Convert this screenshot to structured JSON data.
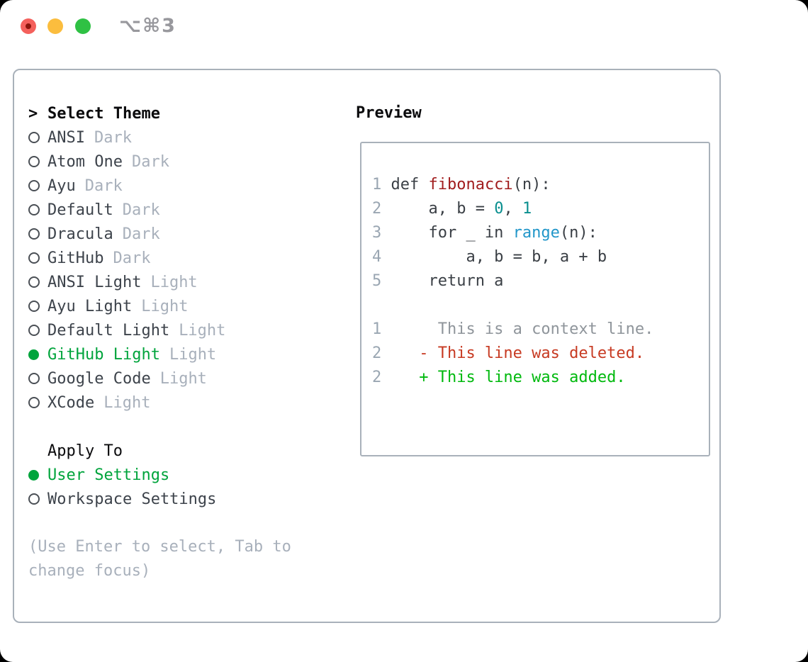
{
  "colors": {
    "panel_border": "#a9b1ba",
    "text_black": "#0b0b0d",
    "text_dark": "#3d434b",
    "muted": "#a8b0bb",
    "line_number": "#9aa6b2",
    "selection_green": "#00a43c",
    "context_gray": "#8f959b",
    "diff_red": "#c73a22",
    "diff_green": "#00b90e",
    "code_plain": "#3a3f45",
    "code_fn": "#a11d1e",
    "code_num": "#0a8f8f",
    "code_builtin": "#2196c9",
    "traffic_red": "#f4605c",
    "traffic_red_dot": "#8c150c",
    "traffic_yellow": "#fbbd3e",
    "traffic_green": "#2fc144",
    "shortcut_gray": "#98989d"
  },
  "titlebar": {
    "shortcut": "⌥⌘3",
    "traffic_light_icons": [
      "close-icon",
      "minimize-icon",
      "zoom-icon"
    ]
  },
  "theme_picker": {
    "prefix": ">",
    "title": "Select Theme",
    "items": [
      {
        "name": "ANSI",
        "variant": "Dark",
        "selected": false
      },
      {
        "name": "Atom One",
        "variant": "Dark",
        "selected": false
      },
      {
        "name": "Ayu",
        "variant": "Dark",
        "selected": false
      },
      {
        "name": "Default",
        "variant": "Dark",
        "selected": false
      },
      {
        "name": "Dracula",
        "variant": "Dark",
        "selected": false
      },
      {
        "name": "GitHub",
        "variant": "Dark",
        "selected": false
      },
      {
        "name": "ANSI Light",
        "variant": "Light",
        "selected": false
      },
      {
        "name": "Ayu Light",
        "variant": "Light",
        "selected": false
      },
      {
        "name": "Default Light",
        "variant": "Light",
        "selected": false
      },
      {
        "name": "GitHub Light",
        "variant": "Light",
        "selected": true
      },
      {
        "name": "Google Code",
        "variant": "Light",
        "selected": false
      },
      {
        "name": "XCode",
        "variant": "Light",
        "selected": false
      }
    ]
  },
  "apply_to": {
    "title": "Apply To",
    "items": [
      {
        "label": "User Settings",
        "selected": true
      },
      {
        "label": "Workspace Settings",
        "selected": false
      }
    ]
  },
  "hint": "(Use Enter to select, Tab to change focus)",
  "preview": {
    "title": "Preview",
    "lines": [
      {
        "num": "1",
        "tokens": [
          {
            "t": "def ",
            "c": "plain"
          },
          {
            "t": "fibonacci",
            "c": "fn"
          },
          {
            "t": "(n):",
            "c": "plain"
          }
        ]
      },
      {
        "num": "2",
        "tokens": [
          {
            "t": "    a, b = ",
            "c": "plain"
          },
          {
            "t": "0",
            "c": "num"
          },
          {
            "t": ", ",
            "c": "plain"
          },
          {
            "t": "1",
            "c": "num"
          }
        ]
      },
      {
        "num": "3",
        "tokens": [
          {
            "t": "    for _ in ",
            "c": "plain"
          },
          {
            "t": "range",
            "c": "builtin"
          },
          {
            "t": "(n):",
            "c": "plain"
          }
        ]
      },
      {
        "num": "4",
        "tokens": [
          {
            "t": "        a, b = b, a + b",
            "c": "plain"
          }
        ]
      },
      {
        "num": "5",
        "tokens": [
          {
            "t": "    return a",
            "c": "plain"
          }
        ]
      },
      {
        "num": "",
        "tokens": []
      },
      {
        "num": "1",
        "tokens": [
          {
            "t": "     This is a context line.",
            "c": "context"
          }
        ]
      },
      {
        "num": "2",
        "tokens": [
          {
            "t": "   - This line was deleted.",
            "c": "deleted"
          }
        ]
      },
      {
        "num": "2",
        "tokens": [
          {
            "t": "   + This line was added.",
            "c": "added"
          }
        ]
      }
    ]
  }
}
